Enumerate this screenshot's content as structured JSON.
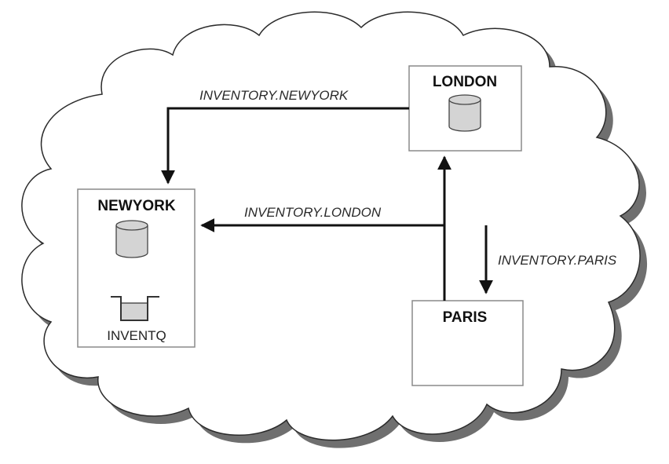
{
  "nodes": {
    "london": {
      "title": "LONDON"
    },
    "newyork": {
      "title": "NEWYORK",
      "queue_label": "INVENTQ"
    },
    "paris": {
      "title": "PARIS"
    }
  },
  "channels": {
    "inventory_newyork": "INVENTORY.NEWYORK",
    "inventory_london": "INVENTORY.LONDON",
    "inventory_paris": "INVENTORY.PARIS"
  },
  "icons": {
    "queue_manager": "database-cylinder-icon",
    "queue": "queue-tray-icon"
  },
  "colors": {
    "outline": "#2b2b2b",
    "cloud_shadow": "#6f6f6f",
    "box_border": "#8a8a8a",
    "cylinder_fill": "#d4d4d4",
    "arrow": "#111111"
  }
}
